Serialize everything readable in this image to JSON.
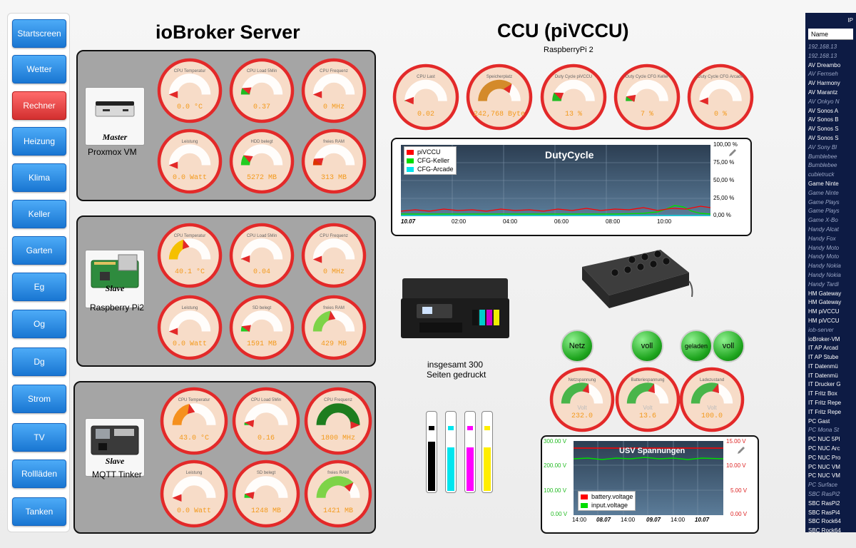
{
  "nav": [
    {
      "label": "Startscreen",
      "active": false
    },
    {
      "label": "Wetter",
      "active": false
    },
    {
      "label": "Rechner",
      "active": true
    },
    {
      "label": "Heizung",
      "active": false
    },
    {
      "label": "Klima",
      "active": false
    },
    {
      "label": "Keller",
      "active": false
    },
    {
      "label": "Garten",
      "active": false
    },
    {
      "label": "Eg",
      "active": false
    },
    {
      "label": "Og",
      "active": false
    },
    {
      "label": "Dg",
      "active": false
    },
    {
      "label": "Strom",
      "active": false
    },
    {
      "label": "TV",
      "active": false
    },
    {
      "label": "Rollläden",
      "active": false
    },
    {
      "label": "Tanken",
      "active": false
    }
  ],
  "server": {
    "title": "ioBroker Server",
    "panels": [
      {
        "image_label": "Master",
        "caption": "Proxmox VM",
        "gauges": [
          {
            "label": "CPU Temperatur",
            "value": "0.0 °C",
            "fraction": 0.0,
            "color": "#f5a623"
          },
          {
            "label": "CPU Load 5Min",
            "value": "0.37",
            "fraction": 0.1,
            "color": "#22bb22"
          },
          {
            "label": "CPU Frequenz",
            "value": "0 MHz",
            "fraction": 0.0,
            "color": "#2e7d32"
          },
          {
            "label": "Leistung",
            "value": "0.0 Watt",
            "fraction": 0.0,
            "color": "#f5a623"
          },
          {
            "label": "HDD belegt",
            "value": "5272 MB",
            "fraction": 0.16,
            "color": "#22cc22"
          },
          {
            "label": "freies RAM",
            "value": "313 MB",
            "fraction": 0.1,
            "color": "#dd3300"
          }
        ]
      },
      {
        "image_label": "Slave",
        "caption": "Raspberry Pi2",
        "gauges": [
          {
            "label": "CPU Temperatur",
            "value": "40.1 °C",
            "fraction": 0.4,
            "color": "#f5c000"
          },
          {
            "label": "CPU Load 5Min",
            "value": "0.04",
            "fraction": 0.01,
            "color": "#22bb22"
          },
          {
            "label": "CPU Frequenz",
            "value": "0 MHz",
            "fraction": 0.0,
            "color": "#2e7d32"
          },
          {
            "label": "Leistung",
            "value": "0.0 Watt",
            "fraction": 0.0,
            "color": "#f5a623"
          },
          {
            "label": "SD belegt",
            "value": "1591 MB",
            "fraction": 0.08,
            "color": "#22cc22"
          },
          {
            "label": "freies RAM",
            "value": "429 MB",
            "fraction": 0.45,
            "color": "#7ed348"
          }
        ]
      },
      {
        "image_label": "Slave",
        "caption": "MQTT Tinker",
        "gauges": [
          {
            "label": "CPU Temperatur",
            "value": "43.0 °C",
            "fraction": 0.43,
            "color": "#f5901e"
          },
          {
            "label": "CPU Load 5Min",
            "value": "0.16",
            "fraction": 0.04,
            "color": "#22bb22"
          },
          {
            "label": "CPU Frequenz",
            "value": "1800 MHz",
            "fraction": 1.0,
            "color": "#1e7d1e"
          },
          {
            "label": "Leistung",
            "value": "0.0 Watt",
            "fraction": 0.0,
            "color": "#f5a623"
          },
          {
            "label": "SD belegt",
            "value": "1248 MB",
            "fraction": 0.06,
            "color": "#22cc22"
          },
          {
            "label": "freies RAM",
            "value": "1421 MB",
            "fraction": 0.75,
            "color": "#7ed348"
          }
        ]
      }
    ]
  },
  "ccu": {
    "title": "CCU (piVCCU)",
    "subtitle": "RaspberryPi 2",
    "gauges": [
      {
        "label": "CPU Last",
        "value": "0.02",
        "fraction": 0.01,
        "color": "#22bb22"
      },
      {
        "label": "Speicherplatz",
        "value": "242,768 Byte",
        "fraction": 0.7,
        "color": "#d48a2a"
      },
      {
        "label": "Duty Cycle piVCCU",
        "value": "13 %",
        "fraction": 0.13,
        "color": "#22bb22"
      },
      {
        "label": "Duty Cycle CFG Keller",
        "value": "7 %",
        "fraction": 0.07,
        "color": "#22bb22"
      },
      {
        "label": "Duty Cycle CFG Arcade",
        "value": "0 %",
        "fraction": 0.0,
        "color": "#22bb22"
      }
    ]
  },
  "duty_chart": {
    "title": "DutyCycle",
    "legend": [
      {
        "name": "piVCCU",
        "color": "#ff0000"
      },
      {
        "name": "CFG-Keller",
        "color": "#00dd00"
      },
      {
        "name": "CFG-Arcade",
        "color": "#00e5ee"
      }
    ],
    "y_ticks": [
      "100,00 %",
      "75,00 %",
      "50,00 %",
      "25,00 %",
      "0,00 %"
    ],
    "x_ticks": [
      "10.07",
      "02:00",
      "04:00",
      "06:00",
      "08:00",
      "10:00"
    ]
  },
  "printer": {
    "text_line1": "insgesamt 300",
    "text_line2": "Seiten gedruckt"
  },
  "ink_levels": [
    {
      "color": "#000000",
      "level": 0.62
    },
    {
      "color": "#00e5ee",
      "level": 0.55
    },
    {
      "color": "#ff00ff",
      "level": 0.55
    },
    {
      "color": "#ffee00",
      "level": 0.55
    }
  ],
  "ups_status": [
    "Netz",
    "voll",
    "geladen",
    "voll"
  ],
  "ups_gauges": [
    {
      "label": "Netzspannung",
      "unit": "Volt",
      "value": "232.0",
      "fraction": 0.6,
      "color": "#49b54a"
    },
    {
      "label": "Batteriespannung",
      "unit": "Volt",
      "value": "13.6",
      "fraction": 0.6,
      "color": "#49b54a"
    },
    {
      "label": "Ladezustand",
      "unit": "Volt",
      "value": "100.0",
      "fraction": 0.6,
      "color": "#49b54a"
    }
  ],
  "usv_chart": {
    "title": "USV Spannungen",
    "left_ticks": [
      "300.00 V",
      "200.00 V",
      "100.00 V",
      "0.00 V"
    ],
    "right_ticks": [
      "15.00 V",
      "10.00 V",
      "5.00 V",
      "0.00 V"
    ],
    "x_ticks": [
      "14:00",
      "08.07",
      "14:00",
      "09.07",
      "14:00",
      "10.07"
    ],
    "legend": [
      {
        "name": "battery.voltage",
        "color": "#ff0000"
      },
      {
        "name": "input.voltage",
        "color": "#00dd00"
      }
    ]
  },
  "ip_list": {
    "header": "IP",
    "column": "Name",
    "rows": [
      {
        "text": "192.168.13",
        "dim": true
      },
      {
        "text": "192.168.13",
        "dim": true
      },
      {
        "text": "AV Dreambo",
        "dim": false
      },
      {
        "text": "AV Fernseh",
        "dim": true
      },
      {
        "text": "AV Harmony",
        "dim": false
      },
      {
        "text": "AV Marantz",
        "dim": false
      },
      {
        "text": "AV Onkyo N",
        "dim": true
      },
      {
        "text": "AV Sonos A",
        "dim": false
      },
      {
        "text": "AV Sonos B",
        "dim": false
      },
      {
        "text": "AV Sonos S",
        "dim": false
      },
      {
        "text": "AV Sonos S",
        "dim": false
      },
      {
        "text": "AV Sony Bl",
        "dim": true
      },
      {
        "text": "Bumblebee",
        "dim": true
      },
      {
        "text": "Bumblebee",
        "dim": true
      },
      {
        "text": "cubietruck",
        "dim": true
      },
      {
        "text": "Game Ninte",
        "dim": false
      },
      {
        "text": "Game Ninte",
        "dim": true
      },
      {
        "text": "Game Plays",
        "dim": true
      },
      {
        "text": "Game Plays",
        "dim": true
      },
      {
        "text": "Game X-Bo",
        "dim": true
      },
      {
        "text": "Handy Alcat",
        "dim": true
      },
      {
        "text": "Handy Fox",
        "dim": true
      },
      {
        "text": "Handy Moto",
        "dim": true
      },
      {
        "text": "Handy Moto",
        "dim": true
      },
      {
        "text": "Handy Nokia",
        "dim": true
      },
      {
        "text": "Handy Nokia",
        "dim": true
      },
      {
        "text": "Handy Tardi",
        "dim": true
      },
      {
        "text": "HM Gateway",
        "dim": false
      },
      {
        "text": "HM Gateway",
        "dim": false
      },
      {
        "text": "HM piVCCU",
        "dim": false
      },
      {
        "text": "HM piVCCU",
        "dim": false
      },
      {
        "text": "iob-server",
        "dim": true
      },
      {
        "text": "ioBroker-VM",
        "dim": false
      },
      {
        "text": "IT AP Arcad",
        "dim": false
      },
      {
        "text": "IT AP Stube",
        "dim": false
      },
      {
        "text": "IT Datenmü",
        "dim": false
      },
      {
        "text": "IT Datenmü",
        "dim": false
      },
      {
        "text": "IT Drucker G",
        "dim": false
      },
      {
        "text": "IT Fritz Box",
        "dim": false
      },
      {
        "text": "IT Fritz Repe",
        "dim": false
      },
      {
        "text": "IT Fritz Repe",
        "dim": false
      },
      {
        "text": "PC Gast",
        "dim": false
      },
      {
        "text": "PC Mona St",
        "dim": true
      },
      {
        "text": "PC NUC 5Pl",
        "dim": false
      },
      {
        "text": "PC NUC Arc",
        "dim": false
      },
      {
        "text": "PC NUC Pro",
        "dim": false
      },
      {
        "text": "PC NUC VM",
        "dim": false
      },
      {
        "text": "PC NUC VM",
        "dim": false
      },
      {
        "text": "PC Surface",
        "dim": true
      },
      {
        "text": "SBC RasPi2",
        "dim": true
      },
      {
        "text": "SBC RasPi2",
        "dim": false
      },
      {
        "text": "SBC RasPi4",
        "dim": false
      },
      {
        "text": "SBC Rock64",
        "dim": false
      },
      {
        "text": "SBC Rock64",
        "dim": false
      }
    ]
  }
}
